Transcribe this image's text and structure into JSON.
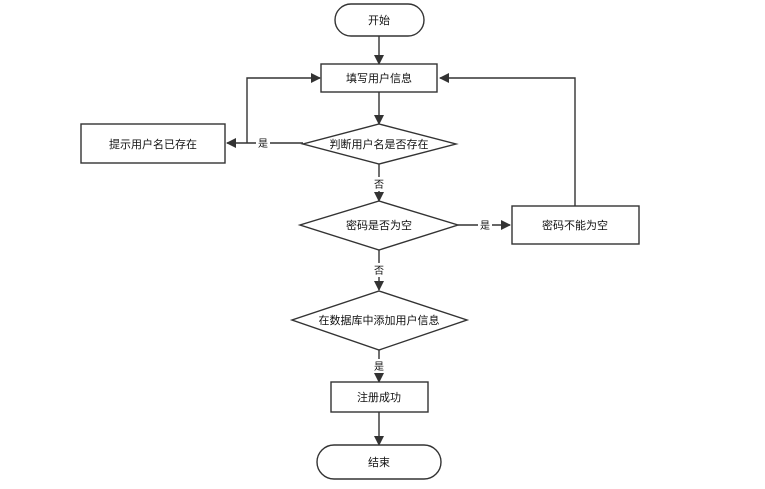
{
  "nodes": {
    "start": "开始",
    "fill_info": "填写用户信息",
    "check_username": "判断用户名是否存在",
    "username_exists": "提示用户名已存在",
    "check_password": "密码是否为空",
    "password_empty": "密码不能为空",
    "add_to_db": "在数据库中添加用户信息",
    "register_success": "注册成功",
    "end": "结束"
  },
  "edges": {
    "yes": "是",
    "no": "否"
  }
}
